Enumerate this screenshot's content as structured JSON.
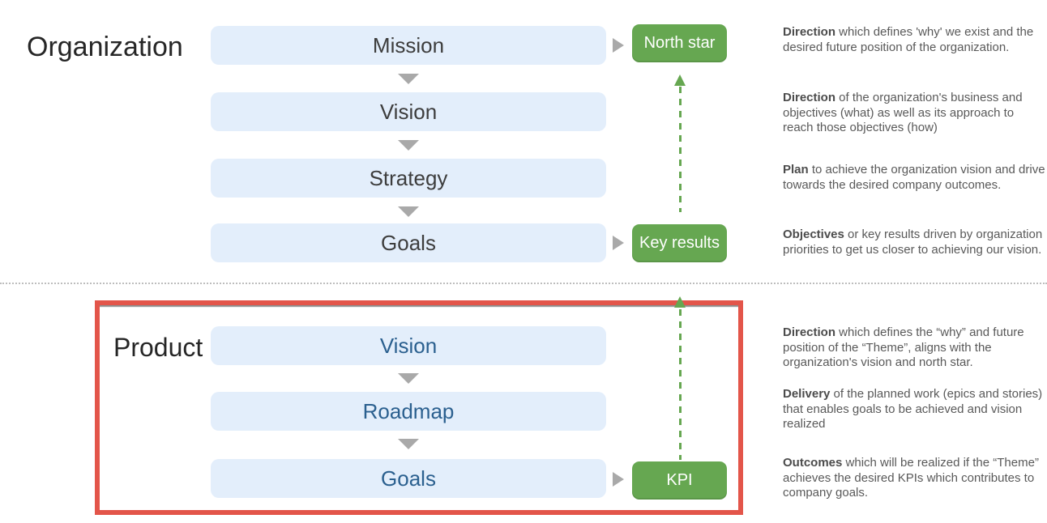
{
  "colors": {
    "box_blue": "#e3eefb",
    "flow_text": "#3d3d3d",
    "product_flow_text": "#2b608f",
    "green": "#66a751",
    "grey_arrow": "#a9a9a9",
    "red_frame": "#e3554a",
    "desc_text": "#595959",
    "desc_lead": "#4c4c4c",
    "heading_text": "#262626",
    "divider": "#bdbdbd"
  },
  "organization": {
    "label": "Organization",
    "steps": [
      "Mission",
      "Vision",
      "Strategy",
      "Goals"
    ],
    "outputs": [
      "North star",
      "Key results"
    ]
  },
  "product": {
    "label": "Product",
    "steps": [
      "Vision",
      "Roadmap",
      "Goals"
    ],
    "outputs": [
      "KPI"
    ]
  },
  "descriptions": {
    "org": [
      {
        "lead": "Direction",
        "rest": " which defines 'why' we exist and the desired future position of the organization."
      },
      {
        "lead": "Direction",
        "rest": " of the organization's business and objectives (what) as well as its approach to reach those objectives (how)"
      },
      {
        "lead": "Plan",
        "rest": " to achieve the organization vision and drive towards the desired company outcomes."
      },
      {
        "lead": "Objectives",
        "rest": " or key results driven by organization priorities to get us closer to achieving our vision."
      }
    ],
    "product": [
      {
        "lead": "Direction",
        "rest": " which defines the “why” and future position of the “Theme”, aligns with the organization's vision and north star."
      },
      {
        "lead": "Delivery",
        "rest": " of the planned work (epics and stories) that enables goals to be achieved and vision realized"
      },
      {
        "lead": "Outcomes",
        "rest": " which will be realized if the “Theme” achieves the desired KPIs which contributes to company goals."
      }
    ]
  }
}
